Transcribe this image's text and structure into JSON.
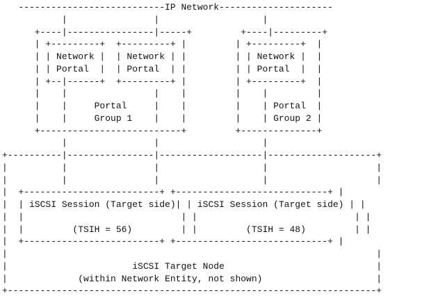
{
  "diagram": {
    "lines": [
      "   ---------------------------IP Network---------------------",
      "           |                |                   |",
      "      +----|----------------|-----+         +----|---------+",
      "      | +---------+  +---------+ |         | +---------+  |",
      "      | | Network |  | Network | |         | | Network |  |",
      "      | | Portal  |  | Portal  | |         | | Portal  |  |",
      "      | +--|------+  +---------+ |         | +---------+  |",
      "      |    |                |    |         |    |         |",
      "      |    |     Portal     |    |         |    | Portal  |",
      "      |    |     Group 1    |    |         |    | Group 2 |",
      "      +--------------------------+         +--------------+",
      "           |                |                   |",
      "+----------|----------------|-------------------|--------------------+",
      "|          |                |                   |                    |",
      "|          |                |                   |                    |",
      "|  +-------------------------+ +----------------------------+ |",
      "|  | iSCSI Session (Target side)| | iSCSI Session (Target side) | |",
      "|  |                             | |                             | |",
      "|  |         (TSIH = 56)         | |         (TSIH = 48)         | |",
      "|  +-------------------------+ +----------------------------+ |",
      "|                                                                    |",
      "|                       iSCSI Target Node                            |",
      "|             (within Network Entity, not shown)                     |",
      "+--------------------------------------------------------------------+"
    ]
  }
}
